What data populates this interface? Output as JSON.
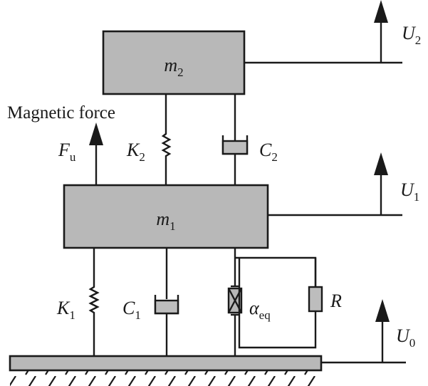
{
  "masses": {
    "upper": {
      "symbol": "m",
      "subscript": "2"
    },
    "lower": {
      "symbol": "m",
      "subscript": "1"
    }
  },
  "labels": {
    "magnetic_force": "Magnetic force",
    "force": {
      "symbol": "F",
      "subscript": "u"
    },
    "spring_upper": {
      "symbol": "K",
      "subscript": "2"
    },
    "damper_upper": {
      "symbol": "C",
      "subscript": "2"
    },
    "spring_lower": {
      "symbol": "K",
      "subscript": "1"
    },
    "damper_lower": {
      "symbol": "C",
      "subscript": "1"
    },
    "transducer": {
      "symbol": "α",
      "subscript": "eq"
    },
    "resistor": "R"
  },
  "displacements": {
    "u2": {
      "symbol": "U",
      "subscript": "2"
    },
    "u1": {
      "symbol": "U",
      "subscript": "1"
    },
    "u0": {
      "symbol": "U",
      "subscript": "0"
    }
  },
  "colors": {
    "block_fill": "#b8b8b8",
    "stroke": "#1a1a1a",
    "background": "#ffffff"
  }
}
